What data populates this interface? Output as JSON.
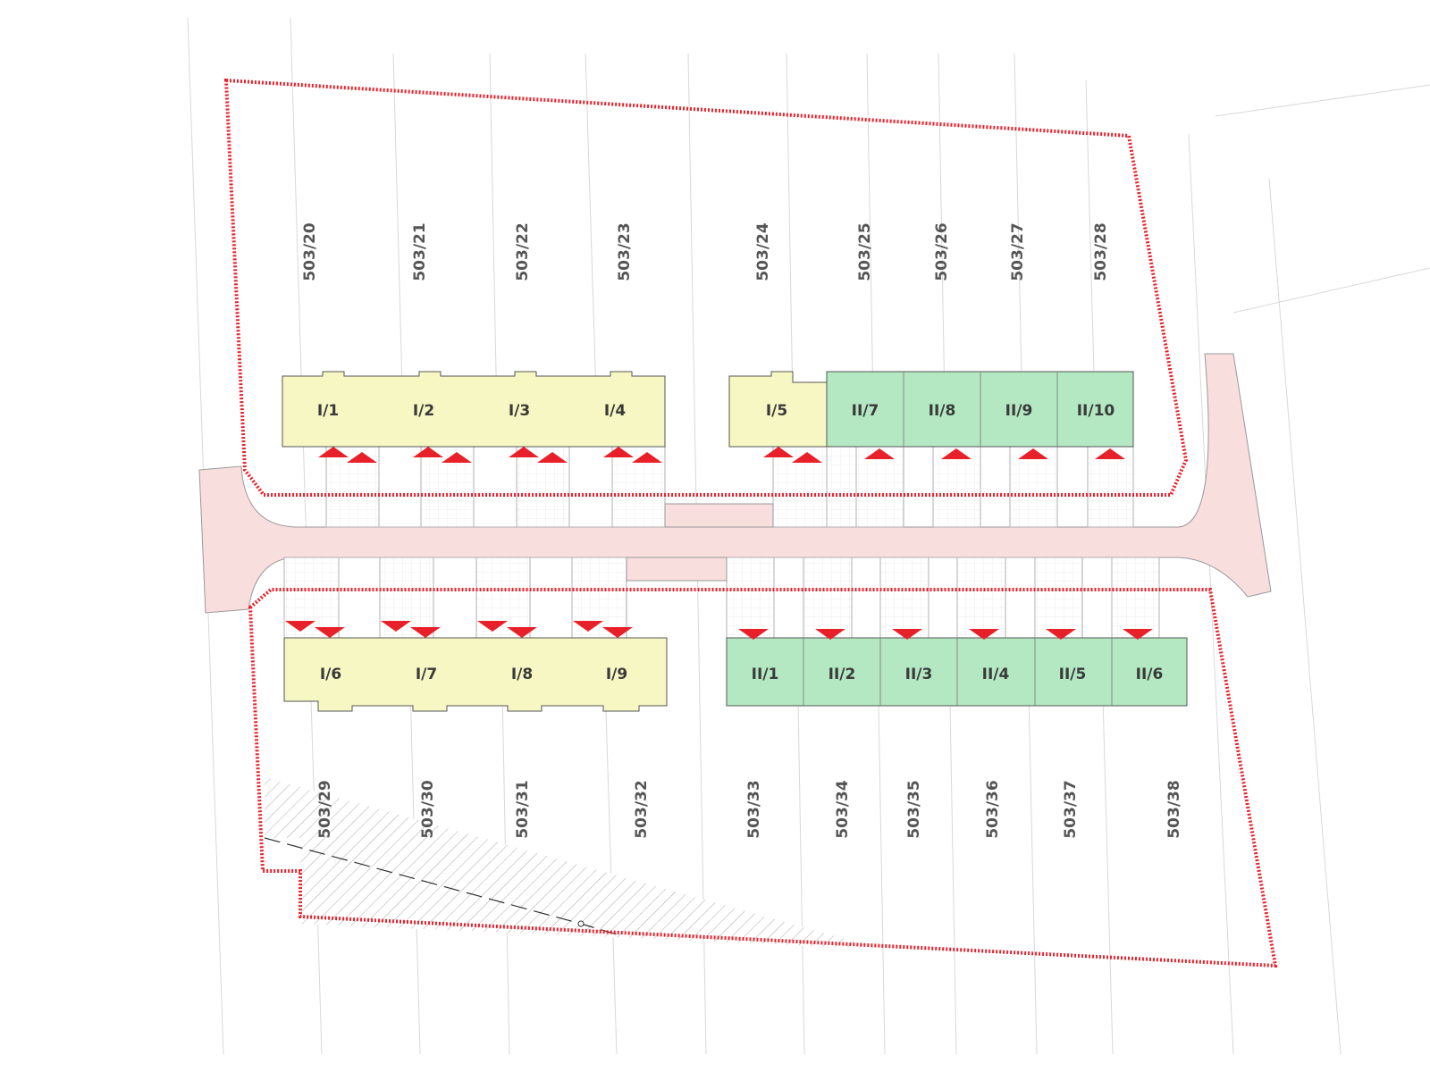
{
  "colors": {
    "boundary": "#e8202a",
    "road": "#f9dede",
    "block_i": "#f7f7c4",
    "block_ii": "#b3e8c2",
    "hatch": "#9a9a9a",
    "arrow": "#e8202a"
  },
  "parcels_top": [
    "503/20",
    "503/21",
    "503/22",
    "503/23",
    "503/24",
    "503/25",
    "503/26",
    "503/27",
    "503/28"
  ],
  "parcels_bottom": [
    "503/29",
    "503/30",
    "503/31",
    "503/32",
    "503/33",
    "503/34",
    "503/35",
    "503/36",
    "503/37",
    "503/38"
  ],
  "units_top_i": [
    "I/1",
    "I/2",
    "I/3",
    "I/4"
  ],
  "unit_i5": "I/5",
  "units_top_ii": [
    "II/7",
    "II/8",
    "II/9",
    "II/10"
  ],
  "units_bottom_i": [
    "I/6",
    "I/7",
    "I/8",
    "I/9"
  ],
  "units_bottom_ii": [
    "II/1",
    "II/2",
    "II/3",
    "II/4",
    "II/5",
    "II/6"
  ]
}
